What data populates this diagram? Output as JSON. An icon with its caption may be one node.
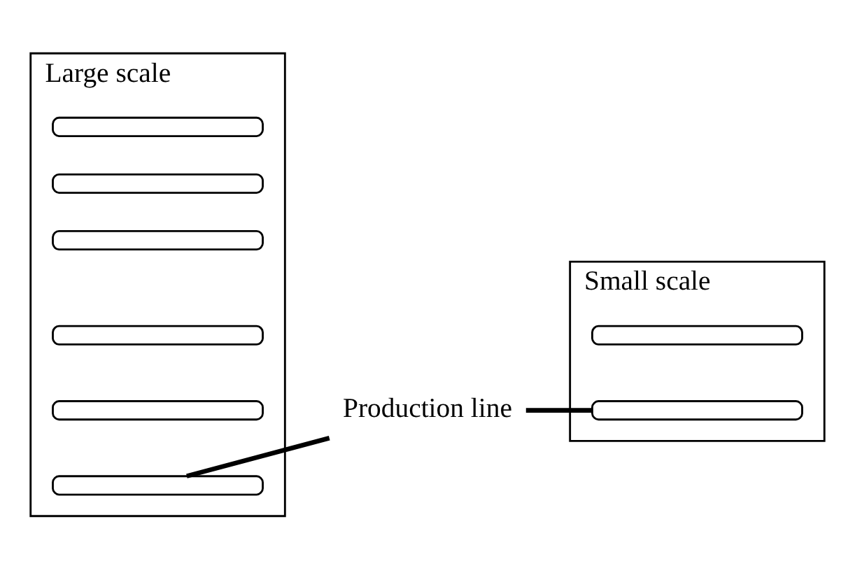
{
  "diagram": {
    "nodes": [
      {
        "text": [
          "Large scale"
        ]
      },
      {
        "text": [],
        "shape": "cylinder",
        "in": 0
      },
      {
        "text": [],
        "shape": "cylinder",
        "in": 0
      },
      {
        "text": [],
        "shape": "cylinder",
        "in": 0
      },
      {
        "text": [],
        "shape": "cylinder",
        "in": 0
      },
      {
        "text": [],
        "shape": "cylinder",
        "in": 0
      },
      {
        "text": [],
        "shape": "cylinder",
        "in": 0
      },
      {
        "text": [
          "Small scale"
        ]
      },
      {
        "text": [],
        "shape": "cylinder",
        "in": 7
      },
      {
        "text": [],
        "shape": "cylinder",
        "in": 7
      },
      {
        "text": [
          "Production line"
        ]
      }
    ],
    "edges": [
      {
        "from": 10,
        "to": 6,
        "arrow": "none"
      },
      {
        "from": 10,
        "to": 9,
        "arrow": "none"
      }
    ]
  }
}
